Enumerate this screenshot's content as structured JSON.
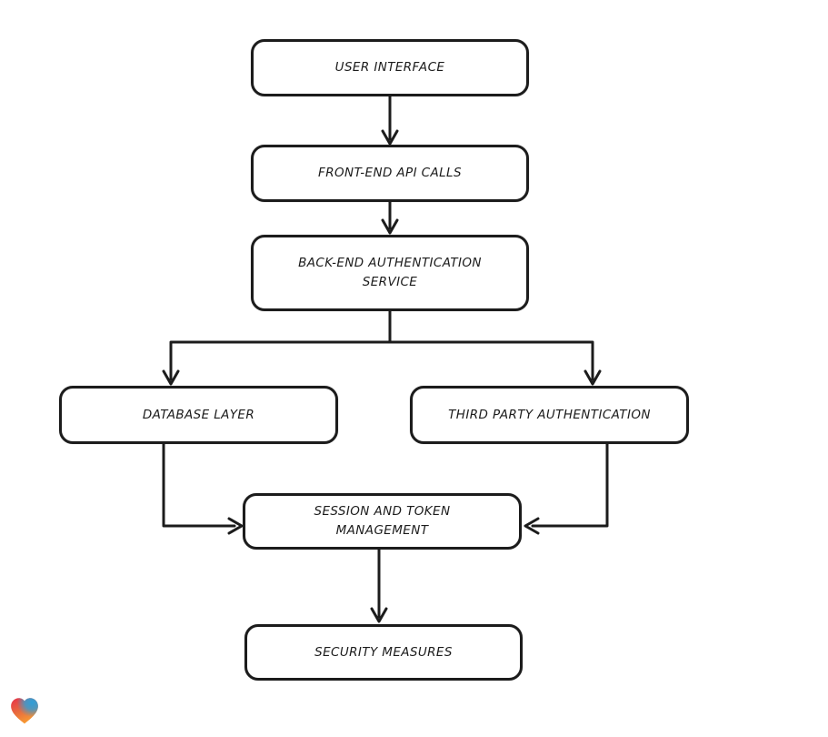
{
  "diagram": {
    "type": "flowchart",
    "style": "hand-drawn",
    "nodes": [
      {
        "id": "user-interface",
        "label": "USER INTERFACE"
      },
      {
        "id": "front-end-api-calls",
        "label": "FRONT-END API CALLS"
      },
      {
        "id": "back-end-auth",
        "label": "BACK-END AUTHENTICATION SERVICE"
      },
      {
        "id": "database-layer",
        "label": "DATABASE LAYER"
      },
      {
        "id": "third-party-auth",
        "label": "THIRD PARTY AUTHENTICATION"
      },
      {
        "id": "session-token-mgmt",
        "label": "SESSION AND TOKEN MANAGEMENT"
      },
      {
        "id": "security-measures",
        "label": "SECURITY MEASURES"
      }
    ],
    "edges": [
      {
        "from": "user-interface",
        "to": "front-end-api-calls"
      },
      {
        "from": "front-end-api-calls",
        "to": "back-end-auth"
      },
      {
        "from": "back-end-auth",
        "to": "database-layer"
      },
      {
        "from": "back-end-auth",
        "to": "third-party-auth"
      },
      {
        "from": "database-layer",
        "to": "session-token-mgmt"
      },
      {
        "from": "third-party-auth",
        "to": "session-token-mgmt"
      },
      {
        "from": "session-token-mgmt",
        "to": "security-measures"
      }
    ],
    "colors": {
      "stroke": "#1c1c1c",
      "node_fill": "#ffffff",
      "background": "#ffffff"
    }
  },
  "logo": {
    "icon": "gradient-heart-icon",
    "colors": {
      "red": "#e73249",
      "blue": "#2f9fd8",
      "orange": "#f79a33"
    }
  }
}
